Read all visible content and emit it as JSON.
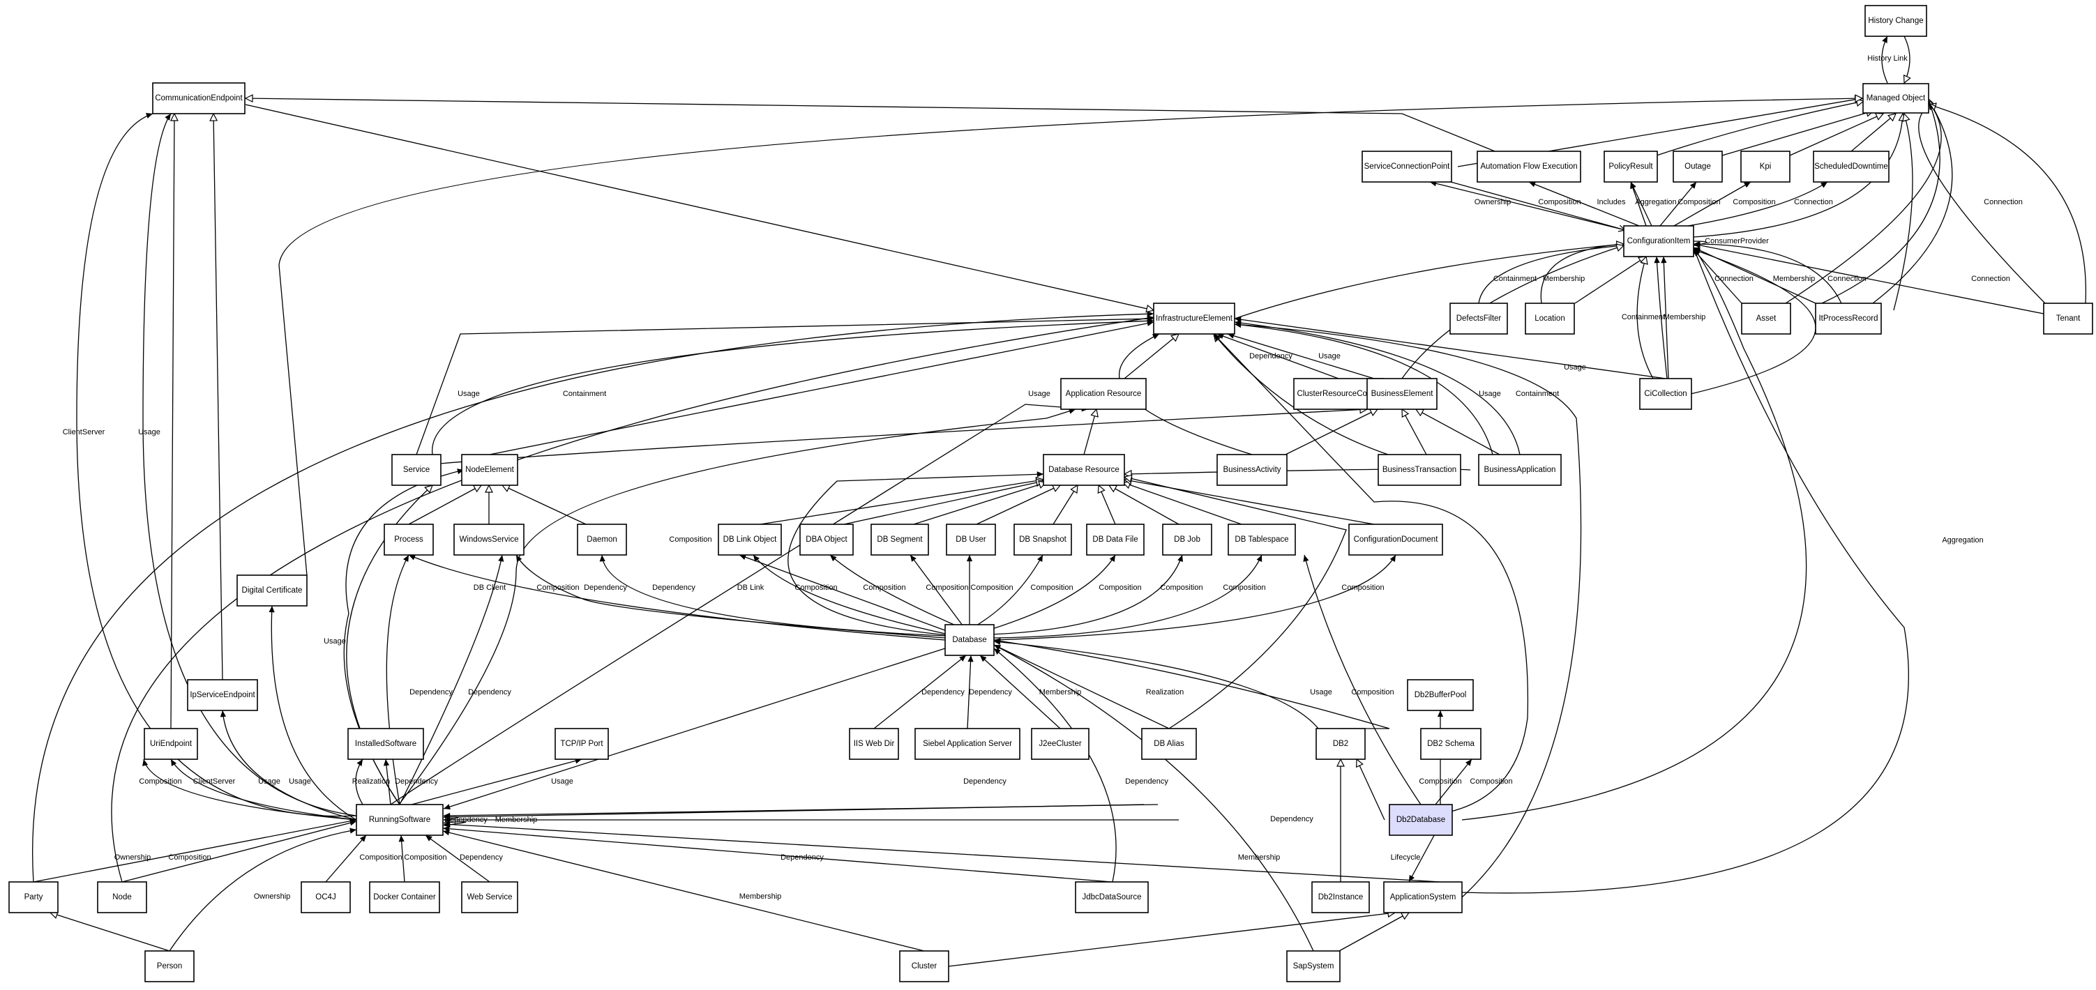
{
  "diagram": {
    "nodes": [
      {
        "id": "history_change",
        "label": "History Change"
      },
      {
        "id": "managed_object",
        "label": "Managed Object"
      },
      {
        "id": "communication_endpoint",
        "label": "CommunicationEndpoint"
      },
      {
        "id": "service_connection_point",
        "label": "ServiceConnectionPoint"
      },
      {
        "id": "automation_flow_execution",
        "label": "Automation Flow Execution"
      },
      {
        "id": "policy_result",
        "label": "PolicyResult"
      },
      {
        "id": "outage",
        "label": "Outage"
      },
      {
        "id": "kpi",
        "label": "Kpi"
      },
      {
        "id": "scheduled_downtime",
        "label": "ScheduledDowntime"
      },
      {
        "id": "configuration_item",
        "label": "ConfigurationItem"
      },
      {
        "id": "infrastructure_element",
        "label": "InfrastructureElement"
      },
      {
        "id": "defects_filter",
        "label": "DefectsFilter"
      },
      {
        "id": "location",
        "label": "Location"
      },
      {
        "id": "asset",
        "label": "Asset"
      },
      {
        "id": "it_process_record",
        "label": "ItProcessRecord"
      },
      {
        "id": "tenant",
        "label": "Tenant"
      },
      {
        "id": "application_resource",
        "label": "Application Resource"
      },
      {
        "id": "cluster_resource_config",
        "label": "ClusterResourceConfig"
      },
      {
        "id": "business_element",
        "label": "BusinessElement"
      },
      {
        "id": "ci_collection",
        "label": "CiCollection"
      },
      {
        "id": "service",
        "label": "Service"
      },
      {
        "id": "node_element",
        "label": "NodeElement"
      },
      {
        "id": "database_resource",
        "label": "Database Resource"
      },
      {
        "id": "business_activity",
        "label": "BusinessActivity"
      },
      {
        "id": "business_transaction",
        "label": "BusinessTransaction"
      },
      {
        "id": "business_application",
        "label": "BusinessApplication"
      },
      {
        "id": "process",
        "label": "Process"
      },
      {
        "id": "windows_service",
        "label": "WindowsService"
      },
      {
        "id": "daemon",
        "label": "Daemon"
      },
      {
        "id": "db_link_object",
        "label": "DB Link Object"
      },
      {
        "id": "dba_object",
        "label": "DBA Object"
      },
      {
        "id": "db_segment",
        "label": "DB Segment"
      },
      {
        "id": "db_user",
        "label": "DB User"
      },
      {
        "id": "db_snapshot",
        "label": "DB Snapshot"
      },
      {
        "id": "db_data_file",
        "label": "DB Data File"
      },
      {
        "id": "db_job",
        "label": "DB Job"
      },
      {
        "id": "db_tablespace",
        "label": "DB Tablespace"
      },
      {
        "id": "configuration_document",
        "label": "ConfigurationDocument"
      },
      {
        "id": "digital_certificate",
        "label": "Digital Certificate"
      },
      {
        "id": "database",
        "label": "Database"
      },
      {
        "id": "ip_service_endpoint",
        "label": "IpServiceEndpoint"
      },
      {
        "id": "db2_buffer_pool",
        "label": "Db2BufferPool"
      },
      {
        "id": "uri_endpoint",
        "label": "UriEndpoint"
      },
      {
        "id": "installed_software",
        "label": "InstalledSoftware"
      },
      {
        "id": "tcpip_port",
        "label": "TCP/IP Port"
      },
      {
        "id": "iis_web_dir",
        "label": "IIS Web Dir"
      },
      {
        "id": "siebel_application_server",
        "label": "Siebel Application Server"
      },
      {
        "id": "j2ee_cluster",
        "label": "J2eeCluster"
      },
      {
        "id": "db_alias",
        "label": "DB Alias"
      },
      {
        "id": "db2",
        "label": "DB2"
      },
      {
        "id": "db2_schema",
        "label": "DB2 Schema"
      },
      {
        "id": "running_software",
        "label": "RunningSoftware"
      },
      {
        "id": "db2_database",
        "label": "Db2Database"
      },
      {
        "id": "party",
        "label": "Party"
      },
      {
        "id": "node",
        "label": "Node"
      },
      {
        "id": "oc4j",
        "label": "OC4J"
      },
      {
        "id": "docker_container",
        "label": "Docker Container"
      },
      {
        "id": "web_service",
        "label": "Web Service"
      },
      {
        "id": "jdbc_data_source",
        "label": "JdbcDataSource"
      },
      {
        "id": "db2_instance",
        "label": "Db2Instance"
      },
      {
        "id": "application_system",
        "label": "ApplicationSystem"
      },
      {
        "id": "person",
        "label": "Person"
      },
      {
        "id": "cluster",
        "label": "Cluster"
      },
      {
        "id": "sap_system",
        "label": "SapSystem"
      }
    ],
    "edge_labels": {
      "history_link": "History Link",
      "ownership": "Ownership",
      "composition": "Composition",
      "includes": "Includes",
      "aggregation": "Aggregation",
      "connection": "Connection",
      "consumer_provider": "ConsumerProvider",
      "containment": "Containment",
      "membership": "Membership",
      "usage": "Usage",
      "dependency": "Dependency",
      "client_server": "ClientServer",
      "db_client": "DB Client",
      "db_link": "DB Link",
      "realization": "Realization",
      "lifecycle": "Lifecycle"
    }
  }
}
